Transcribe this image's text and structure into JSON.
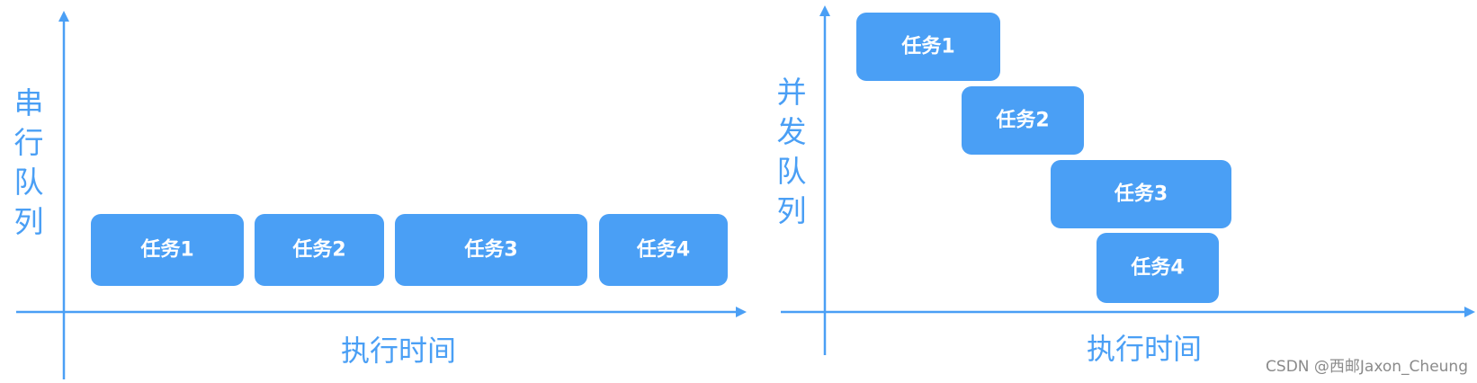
{
  "colors": {
    "accent": "#4a9ff5",
    "task_fill": "#4a9ff5",
    "task_text": "#ffffff",
    "watermark": "#8a8a8a"
  },
  "serial": {
    "ylabel_chars": [
      "串",
      "行",
      "队",
      "列"
    ],
    "xlabel": "执行时间",
    "tasks": [
      {
        "label": "任务1"
      },
      {
        "label": "任务2"
      },
      {
        "label": "任务3"
      },
      {
        "label": "任务4"
      }
    ]
  },
  "concurrent": {
    "ylabel_chars": [
      "并",
      "发",
      "队",
      "列"
    ],
    "xlabel": "执行时间",
    "tasks": [
      {
        "label": "任务1"
      },
      {
        "label": "任务2"
      },
      {
        "label": "任务3"
      },
      {
        "label": "任务4"
      }
    ]
  },
  "watermark": "CSDN @西邮Jaxon_Cheung"
}
